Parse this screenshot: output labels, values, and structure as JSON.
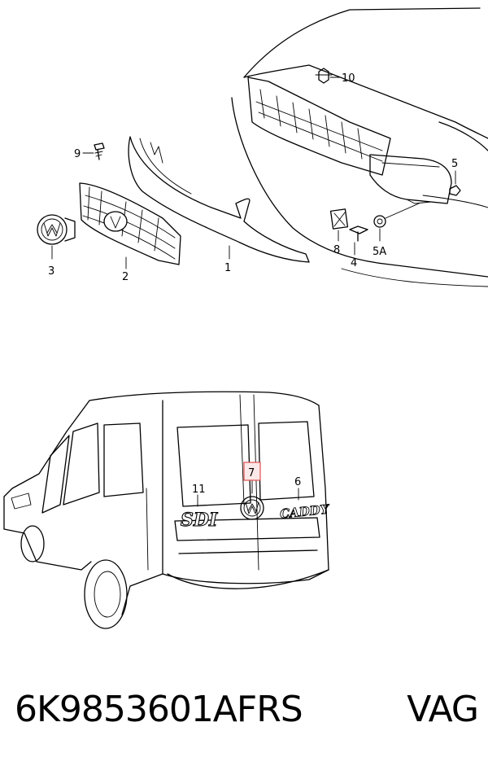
{
  "diagram": {
    "callouts": {
      "c1": "1",
      "c2": "2",
      "c3": "3",
      "c4": "4",
      "c5": "5",
      "c5a": "5A",
      "c6": "6",
      "c7": "7",
      "c8": "8",
      "c9": "9",
      "c10": "10",
      "c11": "11"
    },
    "badges": {
      "sdi": "SDI",
      "caddy": "CADDY"
    },
    "highlight_color": "#e05050"
  },
  "footer": {
    "part_number": "6K9853601AFRS",
    "brand": "VAG"
  }
}
